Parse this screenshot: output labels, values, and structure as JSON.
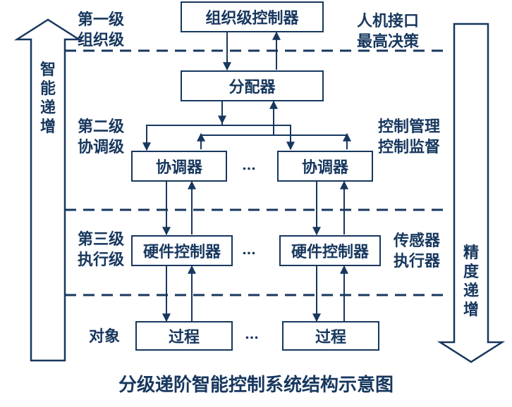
{
  "levels": {
    "level1": {
      "line1": "第一级",
      "line2": "组织级"
    },
    "level2": {
      "line1": "第二级",
      "line2": "协调级"
    },
    "level3": {
      "line1": "第三级",
      "line2": "执行级"
    },
    "object": "对象"
  },
  "right_labels": {
    "hmi": {
      "line1": "人机接口",
      "line2": "最高决策"
    },
    "control": {
      "line1": "控制管理",
      "line2": "控制监督"
    },
    "sensors": {
      "line1": "传感器",
      "line2": "执行器"
    }
  },
  "boxes": {
    "organizer": "组织级控制器",
    "dispatcher": "分配器",
    "coordinator": "协调器",
    "hardware_controller": "硬件控制器",
    "process": "过程"
  },
  "ellipsis": "…",
  "arrows": {
    "left_text": "智能递增",
    "right_text": "精度递增"
  },
  "caption": "分级递阶智能控制系统结构示意图",
  "colors": {
    "primary": "#17375E"
  }
}
